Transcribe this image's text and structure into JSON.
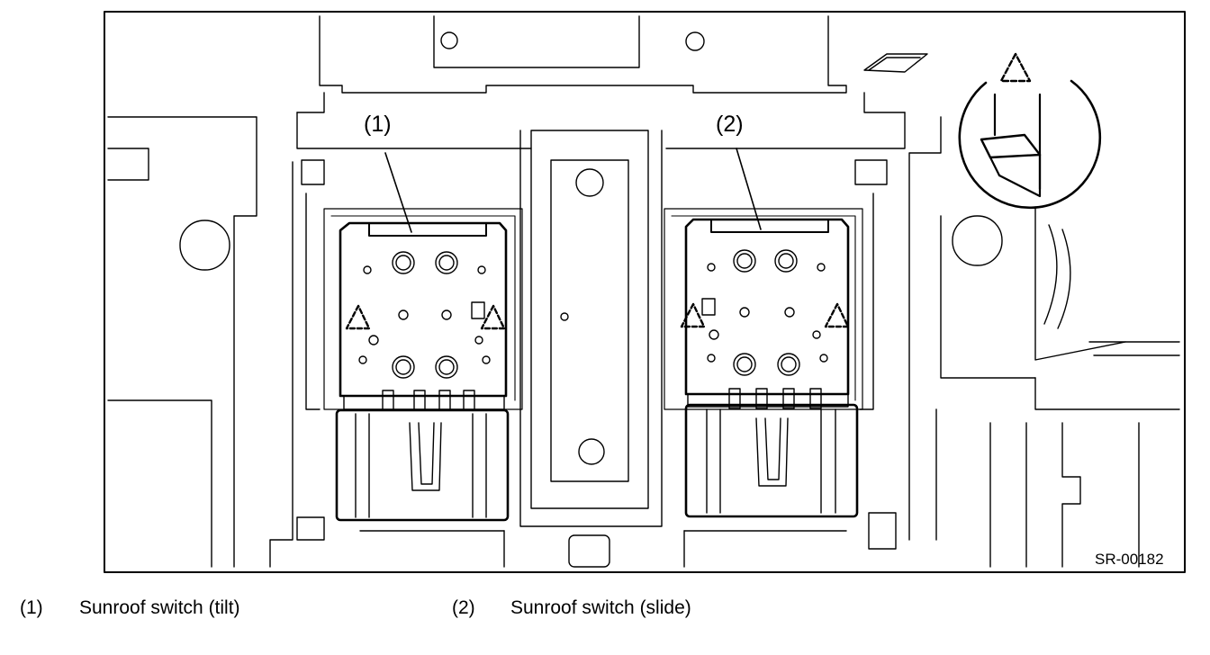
{
  "figure": {
    "id": "SR-00182",
    "callouts": [
      {
        "num": "(1)"
      },
      {
        "num": "(2)"
      }
    ]
  },
  "legend": [
    {
      "num": "(1)",
      "text": "Sunroof switch (tilt)"
    },
    {
      "num": "(2)",
      "text": "Sunroof switch (slide)"
    }
  ]
}
